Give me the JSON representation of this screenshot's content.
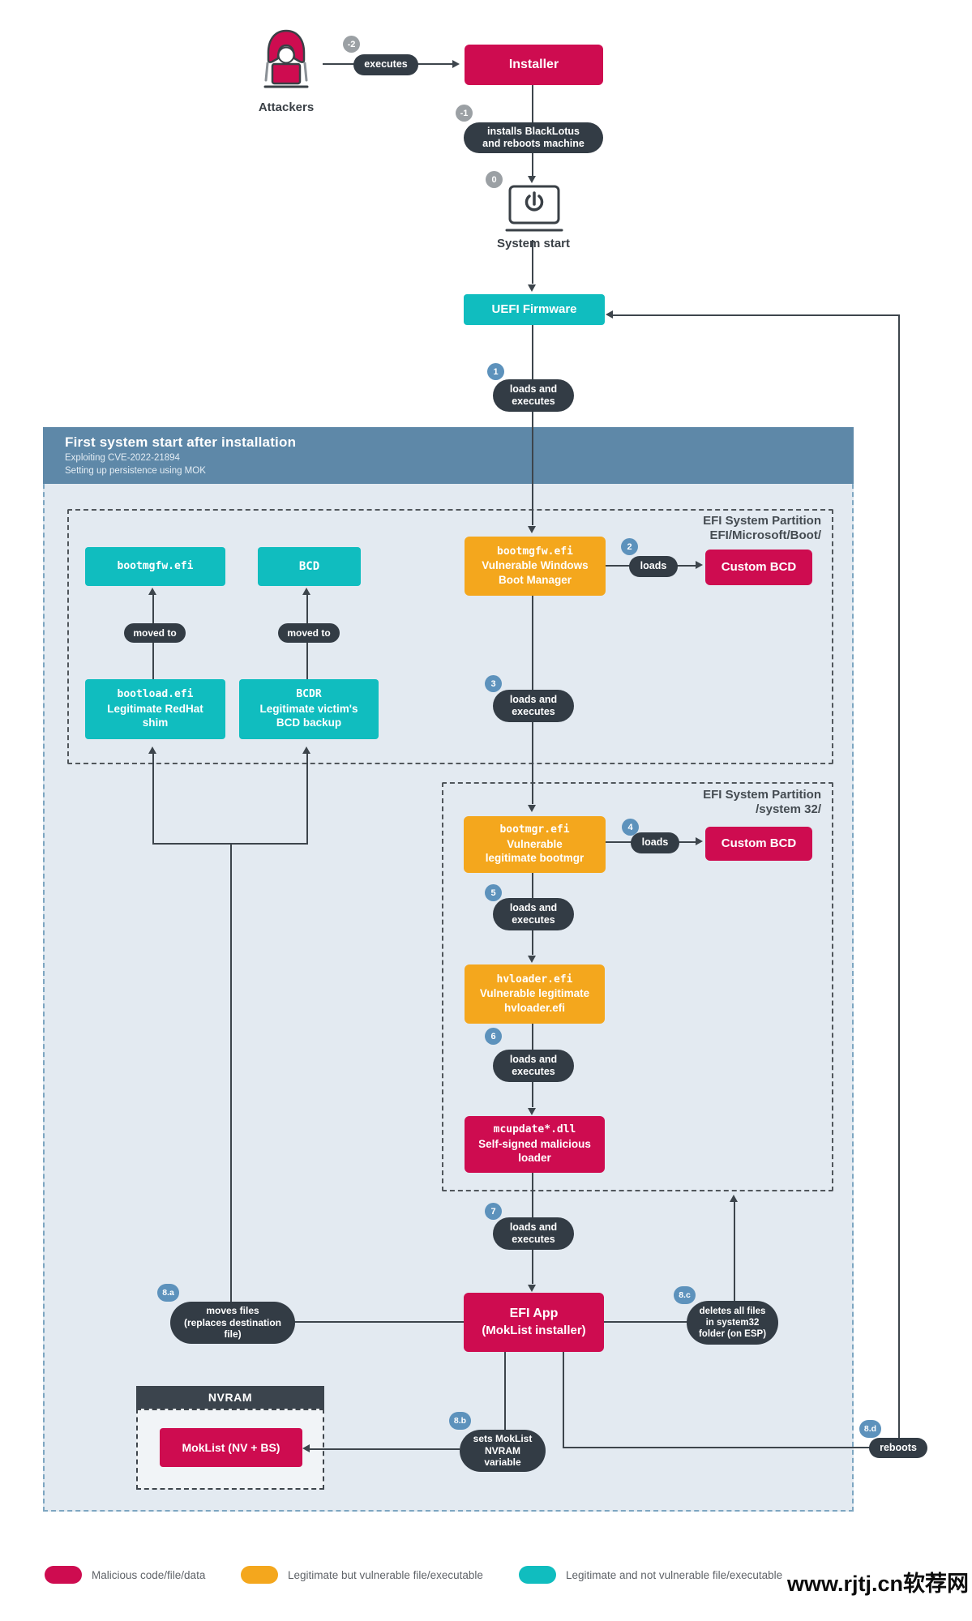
{
  "top": {
    "attackers_label": "Attackers",
    "installer_label": "Installer",
    "system_start_label": "System start",
    "uefi_label": "UEFI Firmware"
  },
  "badges": {
    "m2": "-2",
    "m1": "-1",
    "b0": "0",
    "b1": "1",
    "b2": "2",
    "b3": "3",
    "b4": "4",
    "b5": "5",
    "b6": "6",
    "b7": "7",
    "b8a": "8.a",
    "b8b": "8.b",
    "b8c": "8.c",
    "b8d": "8.d"
  },
  "pills": {
    "executes": "executes",
    "installs_lines": [
      "installs BlackLotus",
      "and reboots machine"
    ],
    "loads_executes_lines": [
      "loads and",
      "executes"
    ],
    "loads": "loads",
    "moved_to": "moved to",
    "moves_files_lines": [
      "moves files",
      "(replaces destination",
      "file)"
    ],
    "deletes_lines": [
      "deletes all files",
      "in system32",
      "folder (on ESP)"
    ],
    "sets_lines": [
      "sets MokList",
      "NVRAM",
      "variable"
    ],
    "reboots": "reboots"
  },
  "section": {
    "title": "First system start after installation",
    "subtitle1": "Exploiting CVE-2022-21894",
    "subtitle2": "Setting up persistence using MOK"
  },
  "p1": {
    "label1": "EFI System Partition",
    "label2": "EFI/Microsoft/Boot/",
    "bootmgfw_small": "bootmgfw.efi",
    "bcd": "BCD",
    "bootload": {
      "file": "bootload.efi",
      "lines": [
        "Legitimate RedHat",
        "shim"
      ]
    },
    "bcdr": {
      "file": "BCDR",
      "lines": [
        "Legitimate victim's",
        "BCD backup"
      ]
    },
    "bootmanager": {
      "file": "bootmgfw.efi",
      "lines": [
        "Vulnerable Windows",
        "Boot Manager"
      ]
    },
    "custom_bcd": "Custom BCD"
  },
  "p2": {
    "label1": "EFI System Partition",
    "label2": "/system 32/",
    "bootmgr": {
      "file": "bootmgr.efi",
      "lines": [
        "Vulnerable",
        "legitimate bootmgr"
      ]
    },
    "custom_bcd": "Custom BCD",
    "hvloader": {
      "file": "hvloader.efi",
      "lines": [
        "Vulnerable legitimate",
        "hvloader.efi"
      ]
    },
    "mcupdate": {
      "file": "mcupdate*.dll",
      "lines": [
        "Self-signed malicious",
        "loader"
      ]
    }
  },
  "efi_app": {
    "lines": [
      "EFI App",
      "(MokList installer)"
    ]
  },
  "nvram": {
    "title": "NVRAM",
    "moklist": "MokList (NV + BS)"
  },
  "legend": {
    "items": [
      {
        "label": "Malicious code/file/data",
        "color": "#ce0c50"
      },
      {
        "label": "Legitimate but vulnerable file/executable",
        "color": "#f4a71d"
      },
      {
        "label": "Legitimate and not vulnerable file/executable",
        "color": "#10bdbf"
      }
    ]
  },
  "watermark": "www.rjtj.cn软荐网",
  "colors": {
    "malicious": "#ce0c50",
    "vulnerable": "#f4a71d",
    "legitimate": "#10bdbf",
    "pill_dark": "#333c45",
    "badge_blue": "#5d92bc",
    "badge_gray": "#9ba0a4",
    "band": "#5e88a8",
    "container_bg": "#e3eaf1",
    "line": "#3d454c"
  }
}
